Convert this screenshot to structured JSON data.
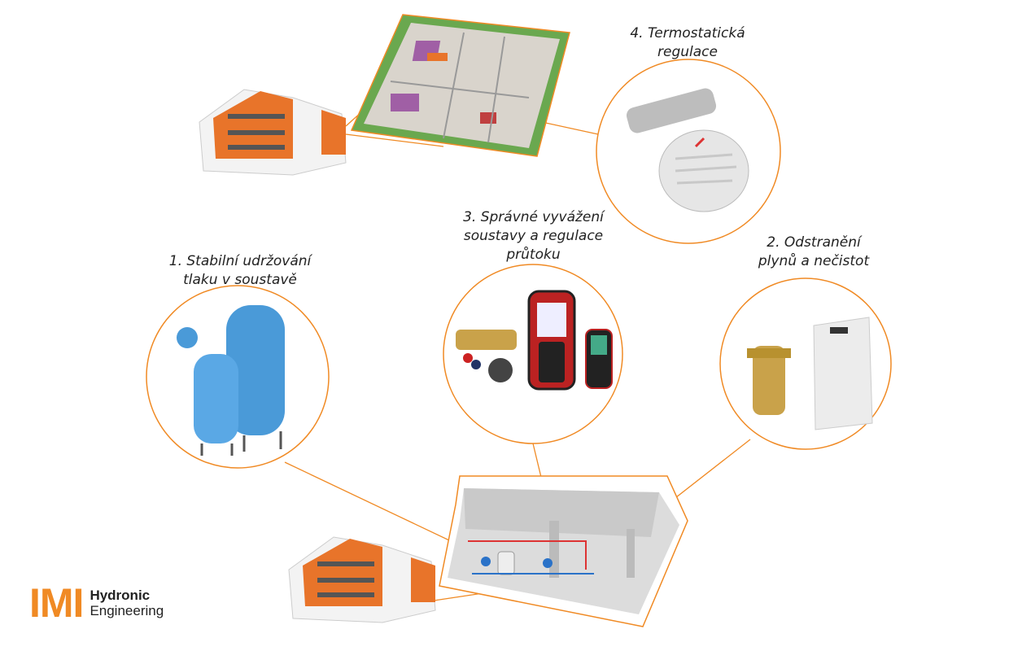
{
  "colors": {
    "accent": "#f08a24",
    "building": "#e8742a",
    "tank": "#4a9ad8",
    "brass": "#c9a24a"
  },
  "steps": [
    {
      "id": "pressure",
      "label": "1. Stabilní udržování\ntlaku v soustavě"
    },
    {
      "id": "degassing",
      "label": "2. Odstranění\nplynů a nečistot"
    },
    {
      "id": "balancing",
      "label": "3. Správné vyvážení\nsoustavy a regulace\nprůtoku"
    },
    {
      "id": "thermostatic",
      "label": "4. Termostatická\nregulace"
    }
  ],
  "logo": {
    "mark": "IMI",
    "line1": "Hydronic",
    "line2": "Engineering"
  }
}
